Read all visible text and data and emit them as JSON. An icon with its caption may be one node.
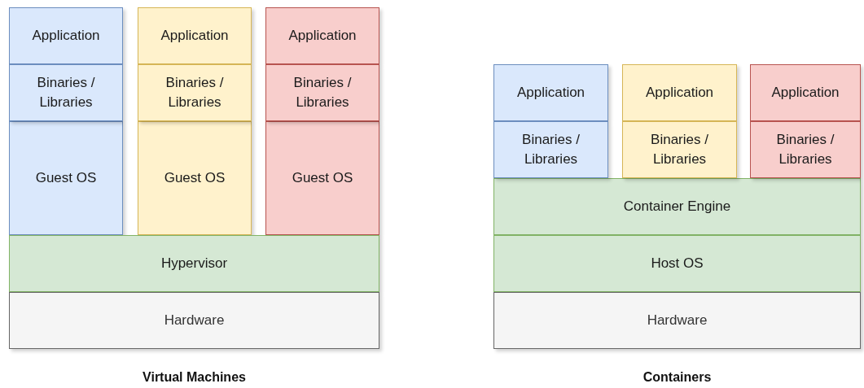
{
  "diagram": {
    "nodes": [
      {
        "text": [
          "Application"
        ]
      },
      {
        "text": [
          "Binaries / Libraries"
        ]
      },
      {
        "text": [
          "Guest OS"
        ]
      },
      {
        "text": [
          "Application"
        ]
      },
      {
        "text": [
          "Binaries / Libraries"
        ]
      },
      {
        "text": [
          "Guest OS"
        ]
      },
      {
        "text": [
          "Application"
        ]
      },
      {
        "text": [
          "Binaries / Libraries"
        ]
      },
      {
        "text": [
          "Guest OS"
        ]
      },
      {
        "text": [
          "Hypervisor"
        ]
      },
      {
        "text": [
          "Hardware"
        ]
      },
      {
        "text": [
          "Application"
        ]
      },
      {
        "text": [
          "Binaries / Libraries"
        ]
      },
      {
        "text": [
          "Application"
        ]
      },
      {
        "text": [
          "Binaries / Libraries"
        ]
      },
      {
        "text": [
          "Application"
        ]
      },
      {
        "text": [
          "Binaries / Libraries"
        ]
      },
      {
        "text": [
          "Container Engine"
        ]
      },
      {
        "text": [
          "Host OS"
        ]
      },
      {
        "text": [
          "Hardware"
        ]
      }
    ],
    "labels": [
      "Virtual Machines",
      "Containers"
    ]
  }
}
